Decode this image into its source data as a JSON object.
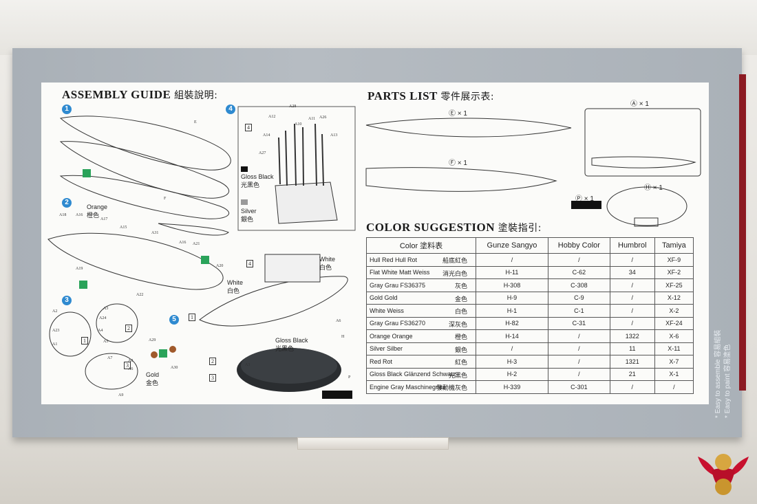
{
  "assembly": {
    "title": "ASSEMBLY GUIDE",
    "title_cn": "組裝說明:",
    "steps": [
      "1",
      "2",
      "3",
      "4",
      "5"
    ],
    "labels": {
      "orange": "Orange",
      "orange_cn": "橙色",
      "gloss_black": "Gloss Black",
      "gloss_black_cn": "光黑色",
      "silver": "Silver",
      "silver_cn": "銀色",
      "white": "White",
      "white_cn": "白色",
      "gold": "Gold",
      "gold_cn": "金色"
    },
    "parts": [
      "E",
      "F",
      "A18",
      "A16",
      "A17",
      "A15",
      "A16",
      "A21",
      "A20",
      "A19",
      "A22",
      "A31",
      "A12",
      "A28",
      "A10",
      "A11",
      "A26",
      "A14",
      "A13",
      "A27",
      "A2",
      "A23",
      "A1",
      "A3",
      "A24",
      "A4",
      "A5",
      "A7",
      "A8",
      "A6",
      "A9",
      "A29",
      "A30",
      "A3",
      "A6",
      "H",
      "P"
    ],
    "box_numbers": [
      "4",
      "4",
      "1",
      "2",
      "3",
      "1",
      "2",
      "3"
    ]
  },
  "parts_list": {
    "title": "PARTS LIST",
    "title_cn": "零件展示表:",
    "e": "Ⓔ × 1",
    "f": "Ⓕ × 1",
    "a": "Ⓐ × 1",
    "p": "Ⓟ × 1",
    "h": "Ⓗ × 1"
  },
  "color": {
    "title": "COLOR SUGGESTION",
    "title_cn": "塗裝指引:",
    "headers": [
      "Color 塗料表",
      "Gunze Sangyo",
      "Hobby Color",
      "Humbrol",
      "Tamiya"
    ],
    "rows": [
      {
        "en": "Hull Red  Hull Rot",
        "cn": "船底紅色",
        "gunze": "/",
        "hobby": "/",
        "humbrol": "/",
        "tamiya": "XF-9"
      },
      {
        "en": "Flat White  Matt Weiss",
        "cn": "消光白色",
        "gunze": "H-11",
        "hobby": "C-62",
        "humbrol": "34",
        "tamiya": "XF-2"
      },
      {
        "en": "Gray  Grau FS36375",
        "cn": "灰色",
        "gunze": "H-308",
        "hobby": "C-308",
        "humbrol": "/",
        "tamiya": "XF-25"
      },
      {
        "en": "Gold   Gold",
        "cn": "金色",
        "gunze": "H-9",
        "hobby": "C-9",
        "humbrol": "/",
        "tamiya": "X-12"
      },
      {
        "en": "White  Weiss",
        "cn": "白色",
        "gunze": "H-1",
        "hobby": "C-1",
        "humbrol": "/",
        "tamiya": "X-2"
      },
      {
        "en": "Gray  Grau FS36270",
        "cn": "深灰色",
        "gunze": "H-82",
        "hobby": "C-31",
        "humbrol": "/",
        "tamiya": "XF-24"
      },
      {
        "en": "Orange Orange",
        "cn": "橙色",
        "gunze": "H-14",
        "hobby": "/",
        "humbrol": "1322",
        "tamiya": "X-6"
      },
      {
        "en": "Silver Silber",
        "cn": "銀色",
        "gunze": "/",
        "hobby": "/",
        "humbrol": "11",
        "tamiya": "X-11"
      },
      {
        "en": "Red Rot",
        "cn": "紅色",
        "gunze": "H-3",
        "hobby": "/",
        "humbrol": "1321",
        "tamiya": "X-7"
      },
      {
        "en": "Gloss Black  Glänzend Schwarz",
        "cn": "光黑色",
        "gunze": "H-2",
        "hobby": "/",
        "humbrol": "21",
        "tamiya": "X-1"
      },
      {
        "en": "Engine Gray  Maschinegrau",
        "cn": "發動機灰色",
        "gunze": "H-339",
        "hobby": "C-301",
        "humbrol": "/",
        "tamiya": "/"
      }
    ]
  },
  "side_text": {
    "line1": "* Easy to assemble 容易組裝",
    "line2": "* Easy to paint 容易塗色"
  },
  "colors": {
    "step_blue": "#2f8ad0",
    "box_gray": "#aeb5bc",
    "gloss_black": "#111111",
    "silver": "#9a9a9a",
    "logo_red": "#c8102e"
  }
}
